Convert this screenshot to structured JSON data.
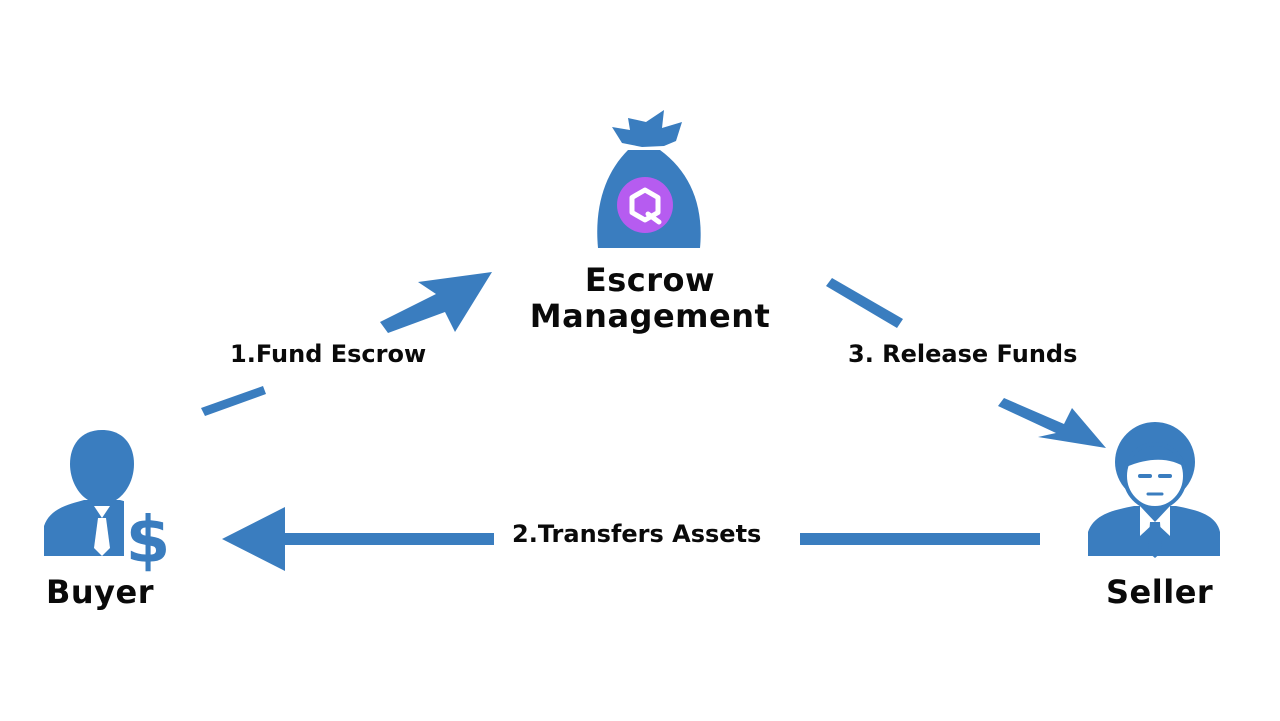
{
  "nodes": {
    "escrow": {
      "title_line1": "Escrow",
      "title_line2": "Management",
      "icon": "money-bag-icon",
      "badge_icon": "q-logo-icon"
    },
    "buyer": {
      "label": "Buyer",
      "icon": "buyer-businessman-dollar-icon"
    },
    "seller": {
      "label": "Seller",
      "icon": "seller-businessman-icon"
    }
  },
  "steps": [
    {
      "label": "1.Fund Escrow",
      "from": "Buyer",
      "to": "Escrow Management"
    },
    {
      "label": "2.Transfers Assets",
      "from": "Seller",
      "to": "Buyer"
    },
    {
      "label": "3. Release Funds",
      "from": "Escrow Management",
      "to": "Seller"
    }
  ],
  "colors": {
    "icon_blue": "#3a7dbf",
    "arrow_blue": "#3a7dbf",
    "badge_purple": "#b65cf0",
    "text": "#0a0a0a",
    "background": "#ffffff"
  }
}
